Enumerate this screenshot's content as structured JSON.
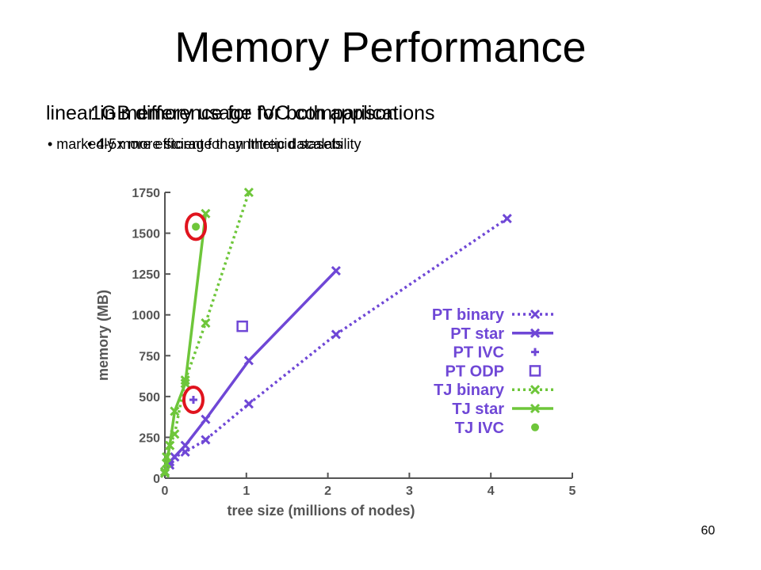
{
  "slide": {
    "title": "Memory Performance",
    "overlay_lines": [
      "linear in memory usage for both applications",
      "1GB difference for IVC comparison"
    ],
    "bullets": [
      "• markedly more efficient for synthetic datasets",
      "• 4-5x more storage than Intrepid scalability"
    ],
    "page_number": "60"
  },
  "colors": {
    "pt": "#6f47d6",
    "tj": "#6ec63a",
    "highlight": "#e0141e",
    "axis": "#555555"
  },
  "chart_data": {
    "type": "line",
    "xlabel": "tree size (millions of nodes)",
    "ylabel": "memory (MB)",
    "xlim": [
      0,
      5
    ],
    "ylim": [
      0,
      1750
    ],
    "xticks": [
      0,
      1,
      2,
      3,
      4,
      5
    ],
    "yticks": [
      0,
      250,
      500,
      750,
      1000,
      1250,
      1500,
      1750
    ],
    "grid": false,
    "legend_position": "right",
    "series": [
      {
        "name": "PT binary",
        "color": "#6f47d6",
        "line": "dotted",
        "marker": "x",
        "x": [
          0,
          0.06,
          0.12,
          0.25,
          0.5,
          1.03,
          2.1,
          4.2
        ],
        "y": [
          30,
          80,
          130,
          160,
          235,
          455,
          880,
          1590
        ]
      },
      {
        "name": "PT star",
        "color": "#6f47d6",
        "line": "solid",
        "marker": "x",
        "x": [
          0,
          0.06,
          0.25,
          0.5,
          1.03,
          2.1
        ],
        "y": [
          40,
          100,
          200,
          360,
          720,
          1270
        ]
      },
      {
        "name": "PT IVC",
        "color": "#6f47d6",
        "line": "none",
        "marker": "plus",
        "x": [
          0.35
        ],
        "y": [
          480
        ]
      },
      {
        "name": "PT ODP",
        "color": "#6f47d6",
        "line": "none",
        "marker": "square",
        "x": [
          0.95
        ],
        "y": [
          930
        ]
      },
      {
        "name": "TJ binary",
        "color": "#6ec63a",
        "line": "dotted",
        "marker": "x",
        "x": [
          0,
          0.02,
          0.06,
          0.12,
          0.25,
          0.5,
          1.03
        ],
        "y": [
          40,
          130,
          200,
          270,
          600,
          950,
          1750
        ]
      },
      {
        "name": "TJ star",
        "color": "#6ec63a",
        "line": "solid",
        "marker": "x",
        "x": [
          0,
          0.02,
          0.06,
          0.12,
          0.25,
          0.5
        ],
        "y": [
          30,
          90,
          200,
          410,
          580,
          1620
        ]
      },
      {
        "name": "TJ IVC",
        "color": "#6ec63a",
        "line": "none",
        "marker": "dot",
        "x": [
          0.38
        ],
        "y": [
          1540
        ]
      }
    ],
    "highlights": [
      {
        "x": 0.38,
        "y": 1540
      },
      {
        "x": 0.35,
        "y": 480
      }
    ]
  }
}
